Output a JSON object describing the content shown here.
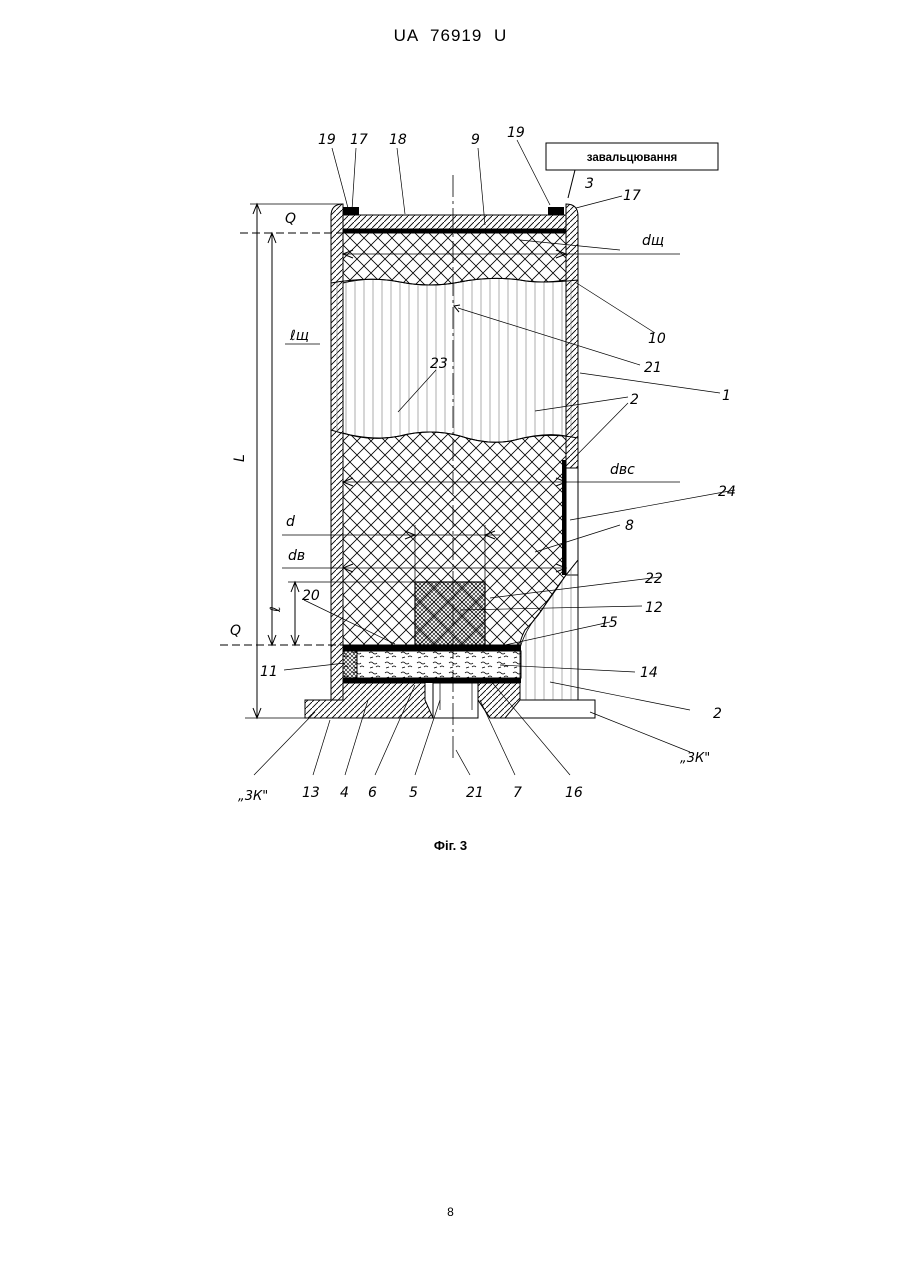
{
  "header": {
    "doc_id": "UA  76919  U"
  },
  "figure": {
    "callout": "завальцювання",
    "numbers": {
      "n19a": "19",
      "n17a": "17",
      "n18": "18",
      "n9": "9",
      "n19b": "19",
      "n3": "3",
      "n17b": "17",
      "n10": "10",
      "n21a": "21",
      "n1": "1",
      "n2a": "2",
      "n23": "23",
      "n24": "24",
      "n8": "8",
      "n22": "22",
      "n12": "12",
      "n20": "20",
      "n15": "15",
      "n11": "11",
      "n14": "14",
      "n2b": "2",
      "n13": "13",
      "n4": "4",
      "n6": "6",
      "n5": "5",
      "n21b": "21",
      "n7": "7",
      "n16": "16"
    },
    "symbols": {
      "Q_top": "Q",
      "Q_bottom": "Q",
      "l_sh": "ℓщ",
      "L": "L",
      "l": "ℓ",
      "d_sh": "dщ",
      "d_vs": "dвс",
      "d": "d",
      "d_v": "dв",
      "zk_left": "„3К\"",
      "zk_right": "„3К\""
    }
  },
  "caption": "Фіг. 3",
  "page_number": "8"
}
